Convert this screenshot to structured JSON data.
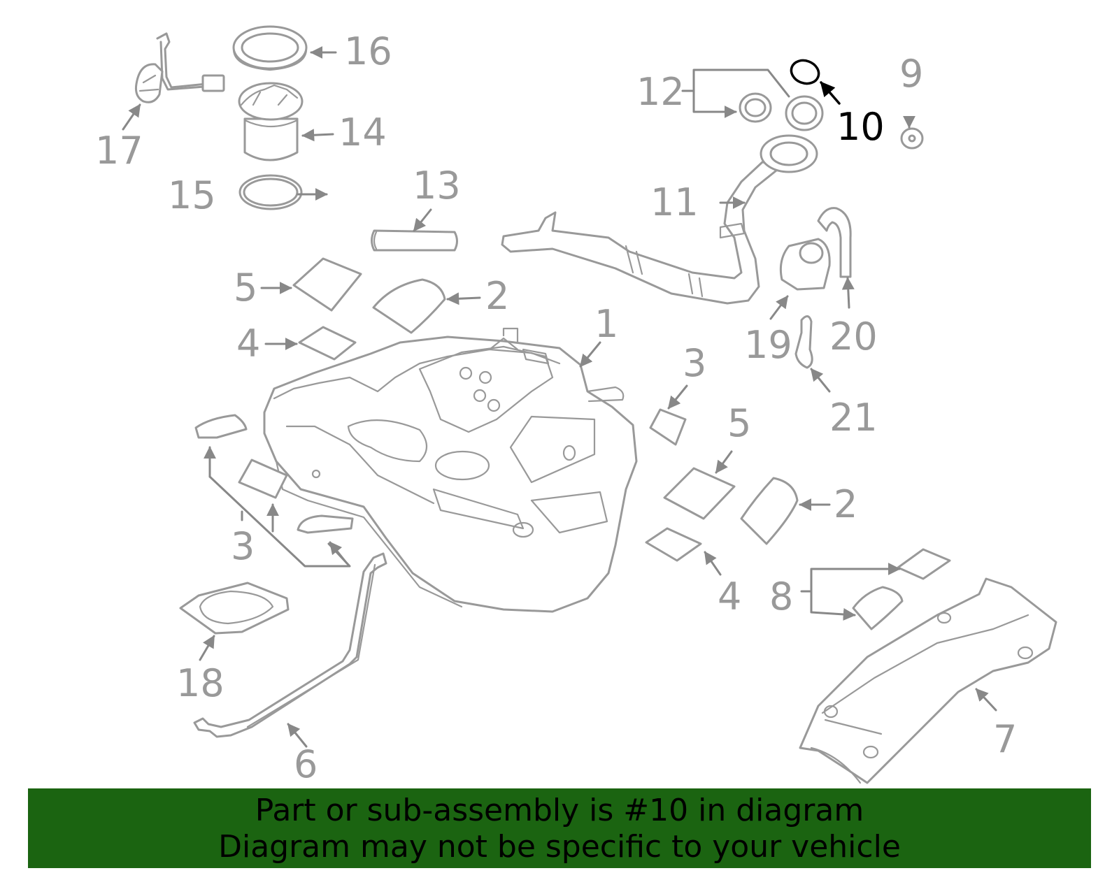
{
  "diagram": {
    "callouts": [
      "1",
      "2",
      "2",
      "3",
      "3",
      "3",
      "4",
      "4",
      "5",
      "5",
      "6",
      "7",
      "8",
      "9",
      "10",
      "11",
      "12",
      "13",
      "14",
      "15",
      "16",
      "17",
      "18",
      "19",
      "20",
      "21"
    ],
    "highlighted_part": "10"
  },
  "footer": {
    "line1": "Part or sub-assembly is #10 in diagram",
    "line2": "Diagram may not be specific to your vehicle",
    "background": "#1b6411"
  },
  "colors": {
    "part_stroke": "#999999",
    "highlight": "#000000"
  }
}
